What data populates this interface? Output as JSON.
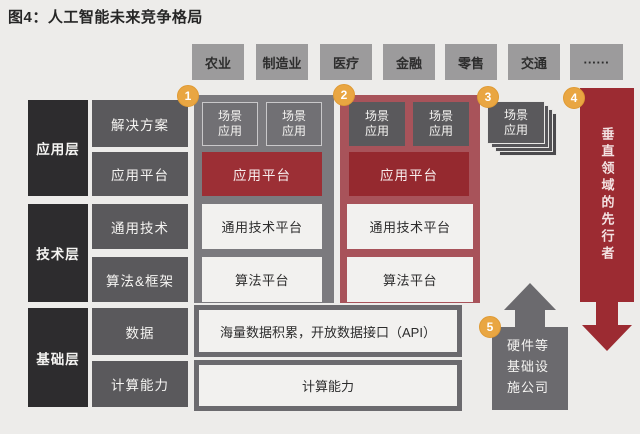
{
  "title": "图4：人工智能未来竞争格局",
  "industries": [
    "农业",
    "制造业",
    "医疗",
    "金融",
    "零售",
    "交通",
    "······"
  ],
  "layers": {
    "application": "应用层",
    "technology": "技术层",
    "foundation": "基础层"
  },
  "capabilities": {
    "solution": "解决方案",
    "app_platform": "应用平台",
    "general_tech": "通用技术",
    "algo_framework": "算法&框架",
    "data": "数据",
    "computing": "计算能力"
  },
  "platforms": {
    "scenario_app": "场景应用",
    "app_platform": "应用平台",
    "general_tech_platform": "通用技术平台",
    "algo_platform": "算法平台",
    "data_row": "海量数据积累，开放数据接口（API）",
    "computing_row": "计算能力"
  },
  "annotations": {
    "badge_1": "1",
    "badge_2": "2",
    "badge_3": "3",
    "badge_4": "4",
    "badge_5": "5",
    "vertical_pioneer": "垂直领域的先行者",
    "hardware_company": "硬件等基础设施公司"
  },
  "colors": {
    "background": "#edecea",
    "dark_red": "#9c2b32",
    "panel_red": "#a8535a",
    "panel_gray": "#7b7a7e",
    "dark_gray_box": "#5a595c",
    "black_box": "#2d2c2e",
    "industry_gray": "#9c9b9c",
    "badge_amber": "#e9a642",
    "light_box": "#f2f1ef",
    "steel_gray": "#6b6a6e"
  }
}
